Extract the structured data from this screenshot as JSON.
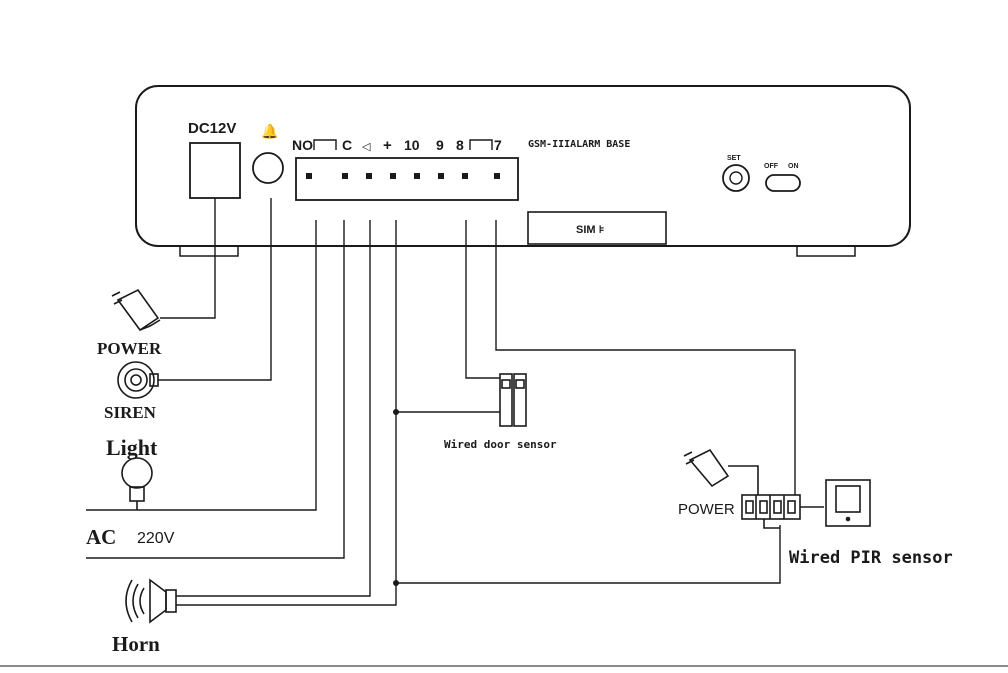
{
  "base_unit": {
    "model_label": "GSM-IIIALARM BASE",
    "power_label": "DC12V",
    "bell_symbol": "🔔",
    "terminal_labels": [
      "NO",
      "C",
      "◁",
      "+",
      "10",
      "9",
      "8",
      "7"
    ],
    "set_label": "SET",
    "off_label": "OFF",
    "on_label": "ON",
    "sim_label": "SIM ⊧"
  },
  "devices": {
    "power_adapter": "POWER",
    "siren": "SIREN",
    "light": "Light",
    "ac_prefix": "AC",
    "ac_value": "220V",
    "horn": "Horn",
    "door_sensor": "Wired door sensor",
    "pir_power": "POWER",
    "pir_sensor": "Wired PIR sensor"
  },
  "icons": {
    "adapter": "power-adapter-icon",
    "siren": "siren-icon",
    "bulb": "light-bulb-icon",
    "horn": "horn-icon",
    "door": "door-sensor-icon",
    "pir": "pir-sensor-icon",
    "terminal_block": "terminal-block-icon"
  },
  "colors": {
    "line": "#1a1a1a",
    "background": "#ffffff"
  }
}
